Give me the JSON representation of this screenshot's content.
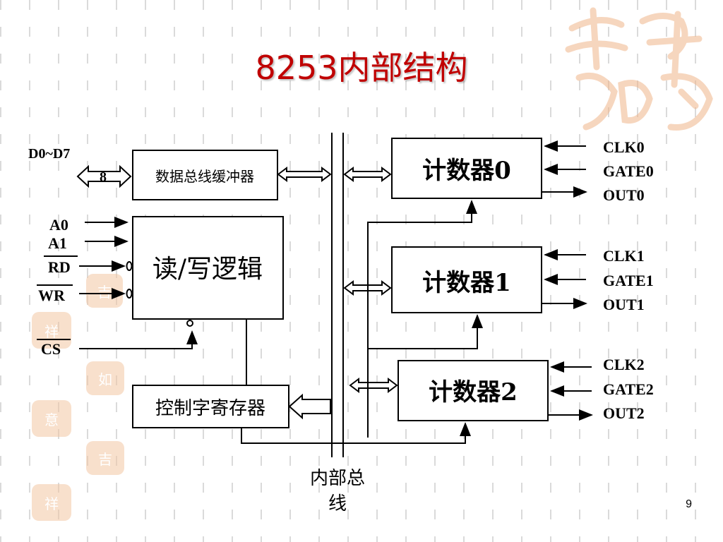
{
  "slide": {
    "title": "8253内部结构",
    "page_number": "9"
  },
  "decor": {
    "watermark_text": "吉祥如意",
    "accent_color": "#c00000",
    "seal_color": "#f3c7a4"
  },
  "diagram": {
    "data_bus_label": "D0~D7",
    "bus_width": "8",
    "buffer": "数据总线缓冲器",
    "rw_logic": "读/写逻辑",
    "control_register": "控制字寄存器",
    "internal_bus_line1": "内部总",
    "internal_bus_line2": "线",
    "inputs": {
      "a0": "A0",
      "a1": "A1",
      "rd": "RD",
      "wr": "WR",
      "cs": "CS"
    },
    "counters": [
      {
        "name": "计数器0",
        "clk": "CLK0",
        "gate": "GATE0",
        "out": "OUT0"
      },
      {
        "name": "计数器1",
        "clk": "CLK1",
        "gate": "GATE1",
        "out": "OUT1"
      },
      {
        "name": "计数器2",
        "clk": "CLK2",
        "gate": "GATE2",
        "out": "OUT2"
      }
    ]
  }
}
